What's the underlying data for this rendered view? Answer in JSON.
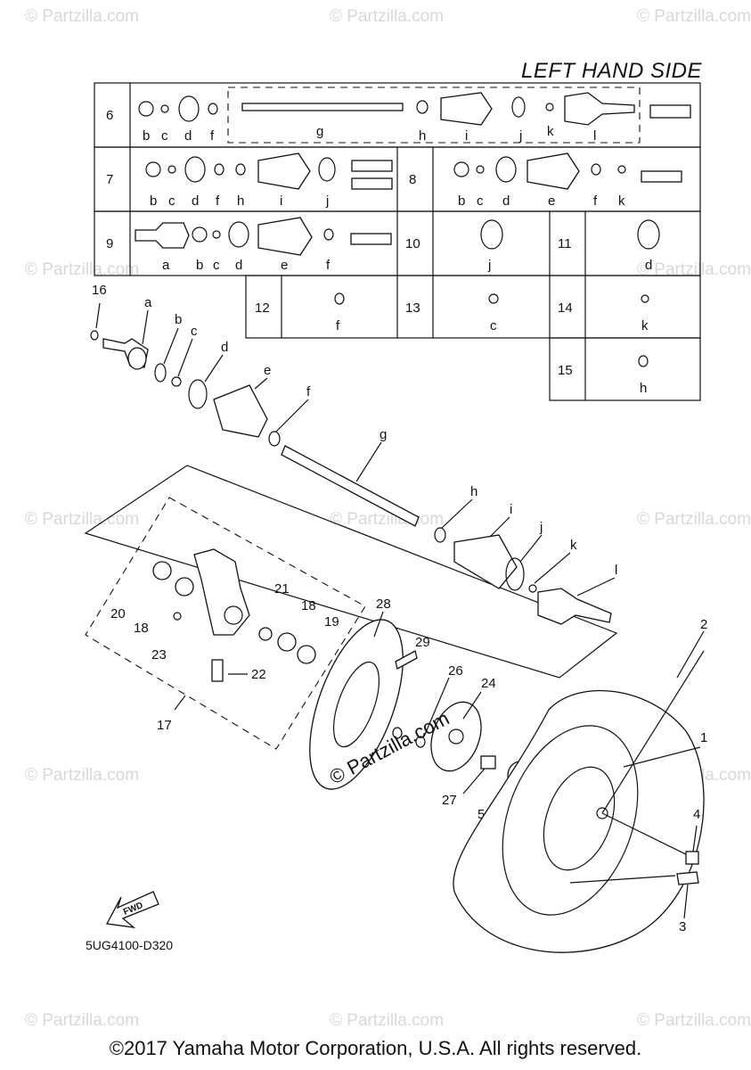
{
  "header": {
    "side_label": "LEFT HAND SIDE"
  },
  "footer": {
    "catalog_code": "5UG4100-D320",
    "copyright": "©2017 Yamaha Motor Corporation, U.S.A. All rights reserved."
  },
  "watermark": {
    "text": "© Partzilla.com",
    "big_text": "© Partzilla.com"
  },
  "table": {
    "row6": {
      "num": "6",
      "letters": [
        "b",
        "c",
        "d",
        "f",
        "g",
        "h",
        "i",
        "j",
        "k",
        "l"
      ]
    },
    "row7": {
      "num": "7",
      "letters": [
        "b",
        "c",
        "d",
        "f",
        "h",
        "i",
        "j"
      ]
    },
    "row8": {
      "num": "8",
      "letters": [
        "b",
        "c",
        "d",
        "e",
        "f",
        "k"
      ]
    },
    "row9": {
      "num": "9",
      "letters": [
        "a",
        "b",
        "c",
        "d",
        "e",
        "f"
      ]
    },
    "row10": {
      "num": "10",
      "letters": [
        "j"
      ]
    },
    "row11": {
      "num": "11",
      "letters": [
        "d"
      ]
    },
    "row12": {
      "num": "12",
      "letters": [
        "f"
      ]
    },
    "row13": {
      "num": "13",
      "letters": [
        "c"
      ]
    },
    "row14": {
      "num": "14",
      "letters": [
        "k"
      ]
    },
    "row15": {
      "num": "15",
      "letters": [
        "h"
      ]
    }
  },
  "callouts": {
    "letters": [
      "a",
      "b",
      "c",
      "d",
      "e",
      "f",
      "g",
      "h",
      "i",
      "j",
      "k",
      "l"
    ],
    "numbers": [
      "1",
      "2",
      "3",
      "4",
      "5",
      "16",
      "17",
      "18",
      "18",
      "19",
      "20",
      "21",
      "22",
      "23",
      "24",
      "26",
      "27",
      "28",
      "29"
    ]
  },
  "fwd_label": "FWD"
}
